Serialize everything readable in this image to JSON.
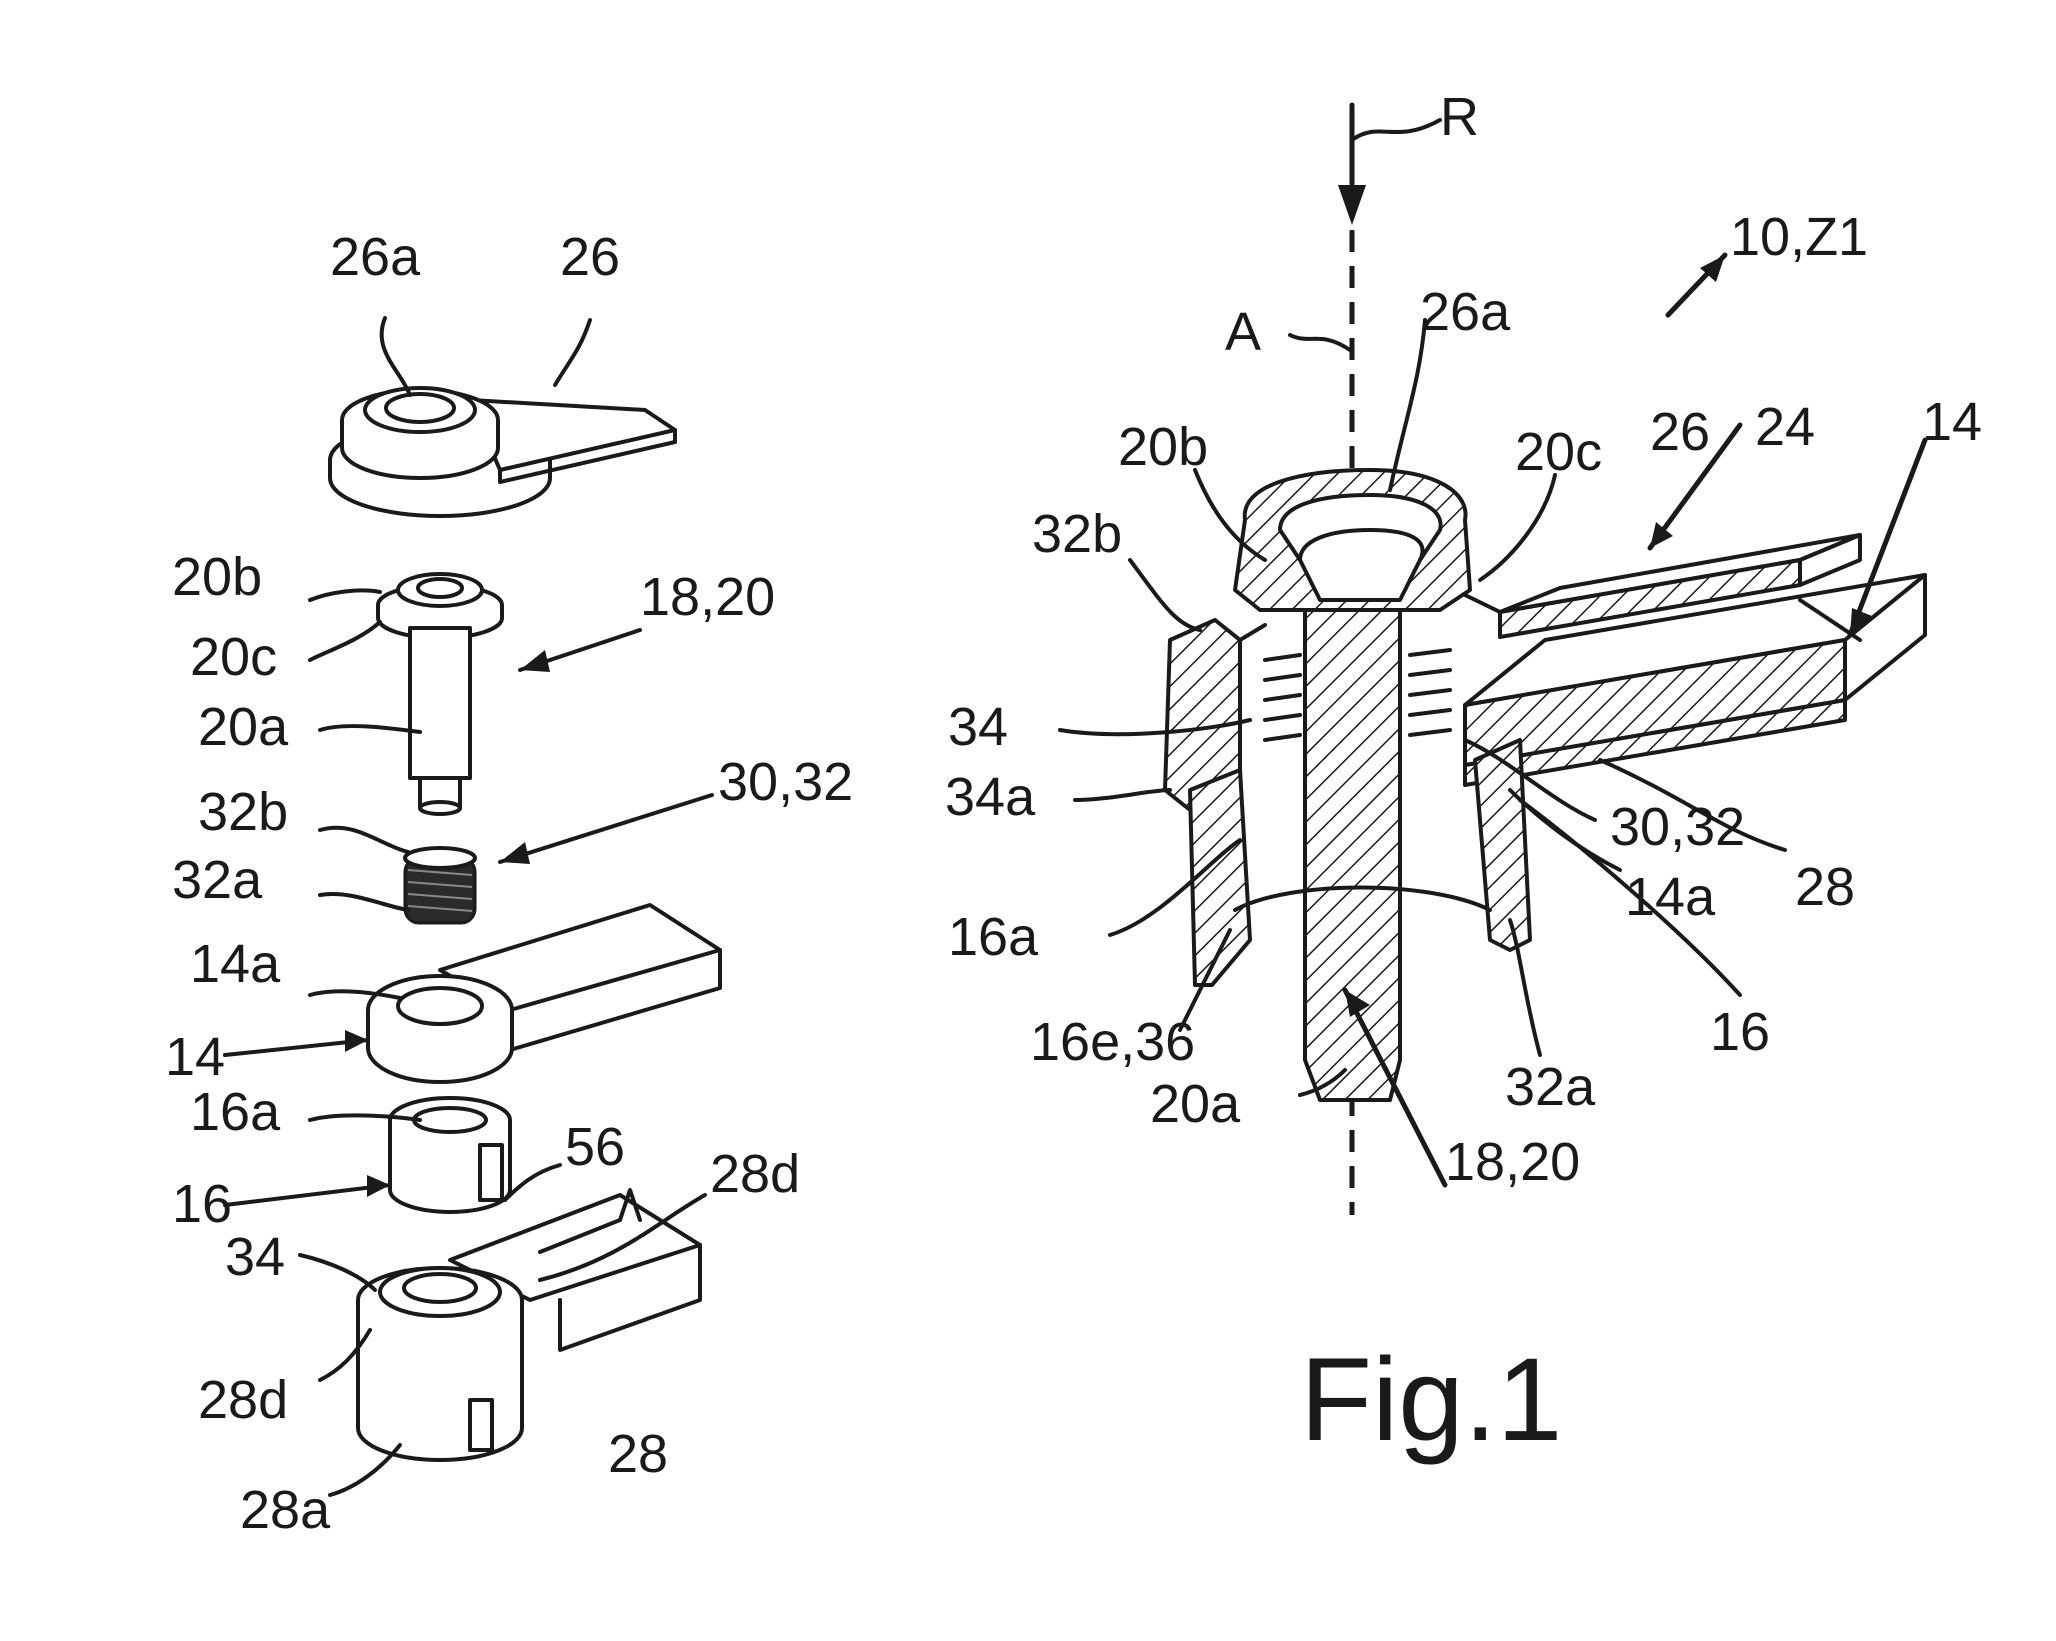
{
  "figure_title": "Fig.1",
  "exploded_labels": {
    "cap_bore": "26a",
    "cap": "26",
    "screw_head_top": "20b",
    "screw_head_flange": "20c",
    "screw_assembly": "18,20",
    "screw_shank": "20a",
    "spring_assembly": "30,32",
    "spring_top": "32b",
    "spring_bottom": "32a",
    "arm_bore": "14a",
    "arm": "14",
    "sleeve_bore": "16a",
    "sleeve": "16",
    "slot": "56",
    "base_ridge_right": "28d",
    "base_ring": "34",
    "base_ridge_left": "28d",
    "base": "28",
    "base_collar": "28a"
  },
  "section_labels": {
    "direction": "R",
    "axis": "A",
    "assembly": "10,Z1",
    "cap_bore": "26a",
    "screw_head_top": "20b",
    "screw_head_flange": "20c",
    "cap": "26",
    "plate": "24",
    "arm": "14",
    "spring_top": "32b",
    "ring": "34",
    "ring_lip": "34a",
    "spring_assembly": "30,32",
    "arm_bore": "14a",
    "base": "28",
    "sleeve_bore": "16a",
    "sleeve": "16",
    "sleeve_end": "16e,36",
    "screw_shank": "20a",
    "spring_bottom": "32a",
    "screw_assembly": "18,20"
  }
}
